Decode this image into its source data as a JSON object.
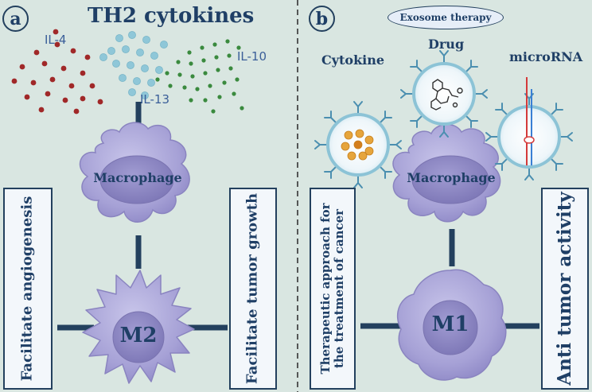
{
  "panel_a": {
    "label": "a",
    "title": "TH2 cytokines",
    "il4": "IL-4",
    "il13": "IL-13",
    "il10": "IL-10",
    "macrophage": "Macrophage",
    "m2": "M2",
    "left_box": "Facilitate angiogenesis",
    "right_box": "Facilitate tumor growth"
  },
  "panel_b": {
    "label": "b",
    "exosome": "Exosome therapy",
    "drug": "Drug",
    "cytokine": "Cytokine",
    "microrna": "microRNA",
    "macrophage": "Macrophage",
    "m1": "M1",
    "left_box_line1": "Therapeutic approach for",
    "left_box_line2": "the treatment of cancer",
    "right_box": "Anti tumor activity"
  },
  "colors": {
    "background": "#d9e6e1",
    "navy": "#1f3f66",
    "il4_dots": "#a02828",
    "il13_dots": "#8fc7d8",
    "il10_dots": "#3a8a3e",
    "cell_fill": "#a7a2d4"
  }
}
